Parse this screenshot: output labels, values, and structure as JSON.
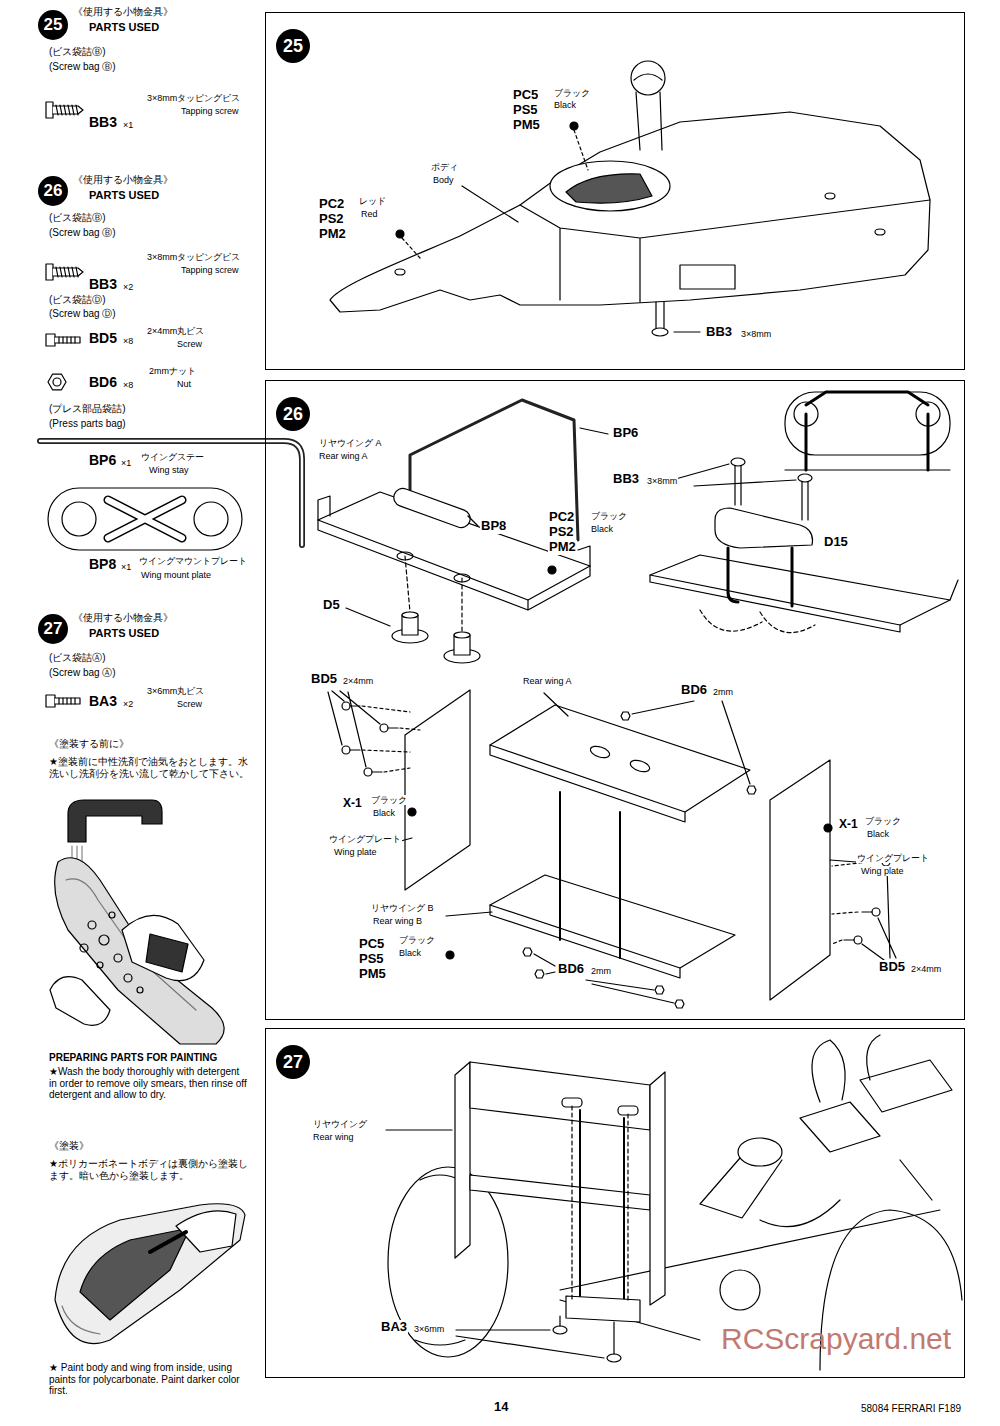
{
  "diagram": {
    "nodes": [
      {
        "text": [
          "25"
        ]
      },
      {
        "text": [
          "26"
        ]
      },
      {
        "text": [
          "27"
        ]
      }
    ],
    "labels": [
      "25",
      "《使用する小物金具》",
      "PARTS USED",
      "(ビス袋詰Ⓑ)",
      "(Screw bag Ⓑ)",
      "3×8mmタッピングビス",
      "Tapping screw",
      "BB3",
      "×1",
      "26",
      "《使用する小物金具》",
      "PARTS USED",
      "(ビス袋詰Ⓑ)",
      "(Screw bag Ⓑ)",
      "3×8mmタッピングビス",
      "Tapping screw",
      "BB3",
      "×2",
      "(ビス袋詰Ⓓ)",
      "(Screw bag Ⓓ)",
      "2×4mm丸ビス",
      "Screw",
      "BD5",
      "×8",
      "2mmナット",
      "Nut",
      "BD6",
      "×8",
      "(プレス部品袋詰)",
      "(Press parts bag)",
      "BP6",
      "×1",
      "ウイングステー",
      "Wing stay",
      "BP8",
      "×1",
      "ウイングマウントプレート",
      "Wing mount plate",
      "27",
      "《使用する小物金具》",
      "PARTS USED",
      "(ビス袋詰Ⓐ)",
      "(Screw bag Ⓐ)",
      "3×6mm丸ビス",
      "Screw",
      "BA3",
      "×2",
      "《塗装する前に》",
      "★塗装前に中性洗剤で油気をおとします。水洗いし洗剤分を洗い流して乾かして下さい。",
      "PREPARING PARTS FOR PAINTING",
      "★Wash the body thoroughly with detergent in order to remove oily smears, then rinse off detergent and allow to dry.",
      "《塗装》",
      "★ポリカーボネートボディは裏側から塗装します。暗い色から塗装します。",
      "★ Paint body and wing from inside, using paints for polycarbonate. Paint darker color first.",
      "PC5",
      "PS5",
      "PM5",
      "ブラック",
      "Black",
      "ボディ",
      "Body",
      "PC2",
      "PS2",
      "PM2",
      "レッド",
      "Red",
      "BB3",
      "3×8mm",
      "リヤウイング A",
      "Rear wing A",
      "BP6",
      "BB3",
      "3×8mm",
      "BP8",
      "PC2",
      "PS2",
      "PM2",
      "ブラック",
      "Black",
      "D15",
      "D5",
      "BD5",
      "2×4mm",
      "Rear wing A",
      "BD6",
      "2mm",
      "X-1",
      "ブラック",
      "Black",
      "ウイングプレート",
      "Wing plate",
      "X-1",
      "ブラック",
      "Black",
      "ウイングプレート",
      "Wing plate",
      "リヤウイング B",
      "Rear wing B",
      "PC5",
      "PS5",
      "PM5",
      "ブラック",
      "Black",
      "BD6",
      "2mm",
      "BD5",
      "2×4mm",
      "リヤウイング",
      "Rear wing",
      "BA3",
      "3×6mm",
      "RCScrapyard.net",
      "14",
      "58084 FERRARI F189"
    ]
  }
}
